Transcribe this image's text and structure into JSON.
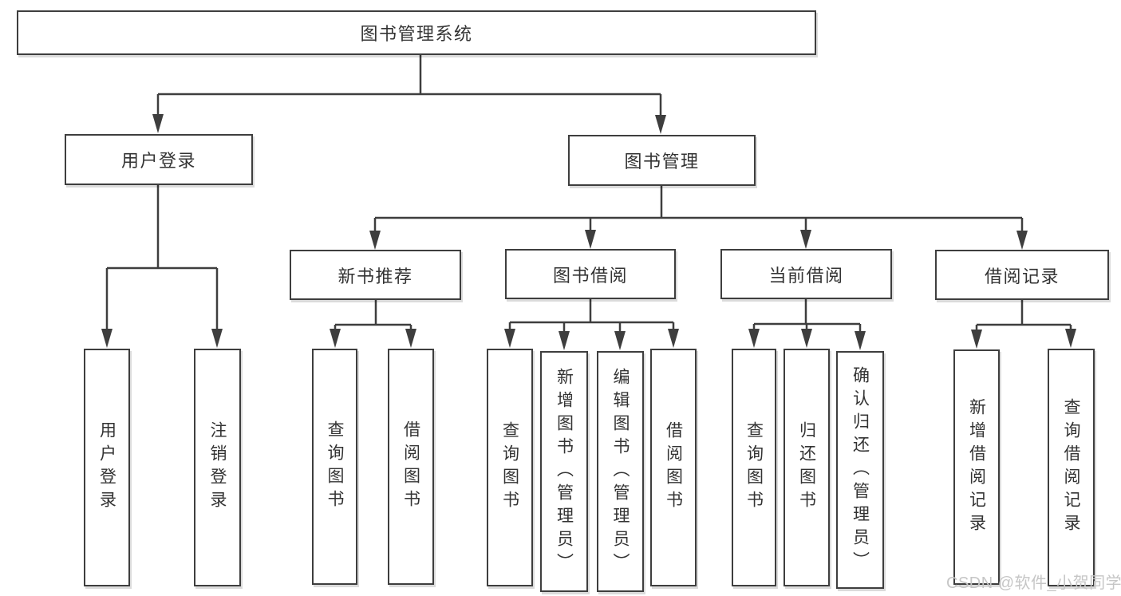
{
  "diagram_title": "图书管理系统",
  "hierarchy": {
    "label": "图书管理系统",
    "children": [
      {
        "label": "用户登录",
        "children": [
          {
            "label": "用户登录"
          },
          {
            "label": "注销登录"
          }
        ]
      },
      {
        "label": "图书管理",
        "children": [
          {
            "label": "新书推荐",
            "children": [
              {
                "label": "查询图书"
              },
              {
                "label": "借阅图书"
              }
            ]
          },
          {
            "label": "图书借阅",
            "children": [
              {
                "label": "查询图书"
              },
              {
                "label": "新增图书（管理员）"
              },
              {
                "label": "编辑图书（管理员）"
              },
              {
                "label": "借阅图书"
              }
            ]
          },
          {
            "label": "当前借阅",
            "children": [
              {
                "label": "查询图书"
              },
              {
                "label": "归还图书"
              },
              {
                "label": "确认归还（管理员）"
              }
            ]
          },
          {
            "label": "借阅记录",
            "children": [
              {
                "label": "新增借阅记录"
              },
              {
                "label": "查询借阅记录"
              }
            ]
          }
        ]
      }
    ]
  },
  "watermark": "CSDN @软件_小贺同学",
  "colors": {
    "line": "#3e3e3e",
    "box_border": "#3e3e3e",
    "box_fill": "#ffffff",
    "text": "#333333",
    "watermark": "#c6c6c6",
    "background": "#ffffff"
  }
}
